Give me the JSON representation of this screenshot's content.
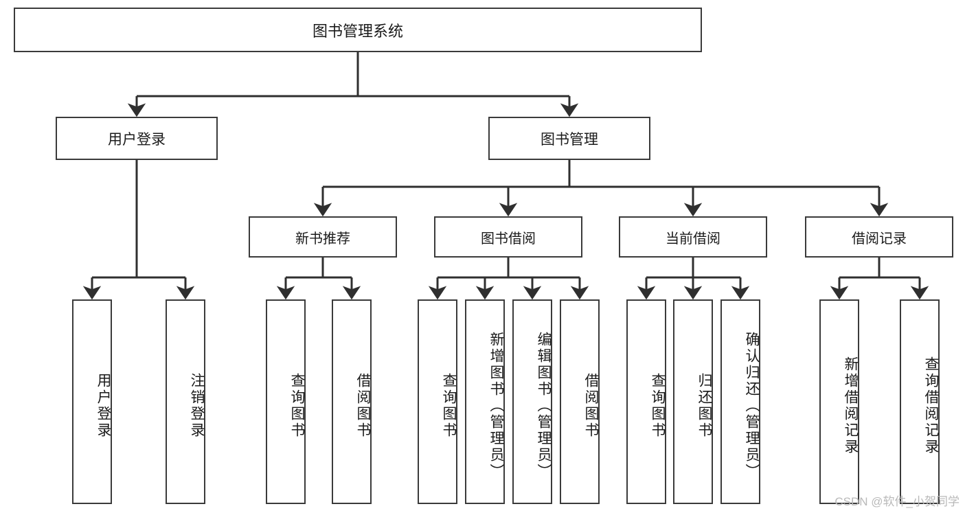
{
  "diagram": {
    "type": "tree-hierarchy-flowchart",
    "title": "图书管理系统",
    "watermark": "CSDN @软件_小贺同学",
    "colors": {
      "node_border": "#3a3a3a",
      "node_fill": "#ffffff",
      "edge": "#2f2f2f",
      "text": "#1a1a1a",
      "watermark": "#b9b9b9",
      "background": "#ffffff"
    },
    "root": {
      "label": "图书管理系统"
    },
    "branches": [
      {
        "label": "用户登录"
      },
      {
        "label": "图书管理"
      }
    ],
    "subgroups": [
      {
        "label": "新书推荐"
      },
      {
        "label": "图书借阅"
      },
      {
        "label": "当前借阅"
      },
      {
        "label": "借阅记录"
      }
    ],
    "leaves": {
      "user_login": [
        {
          "label": "用户登录"
        },
        {
          "label": "注销登录"
        }
      ],
      "new_book_recommend": [
        {
          "label": "查询图书"
        },
        {
          "label": "借阅图书"
        }
      ],
      "book_borrow": [
        {
          "label": "查询图书"
        },
        {
          "label": "新增图书（管理员）"
        },
        {
          "label": "编辑图书（管理员）"
        },
        {
          "label": "借阅图书"
        }
      ],
      "current_borrow": [
        {
          "label": "查询图书"
        },
        {
          "label": "归还图书"
        },
        {
          "label": "确认归还（管理员）"
        }
      ],
      "borrow_record": [
        {
          "label": "新增借阅记录"
        },
        {
          "label": "查询借阅记录"
        }
      ]
    }
  }
}
